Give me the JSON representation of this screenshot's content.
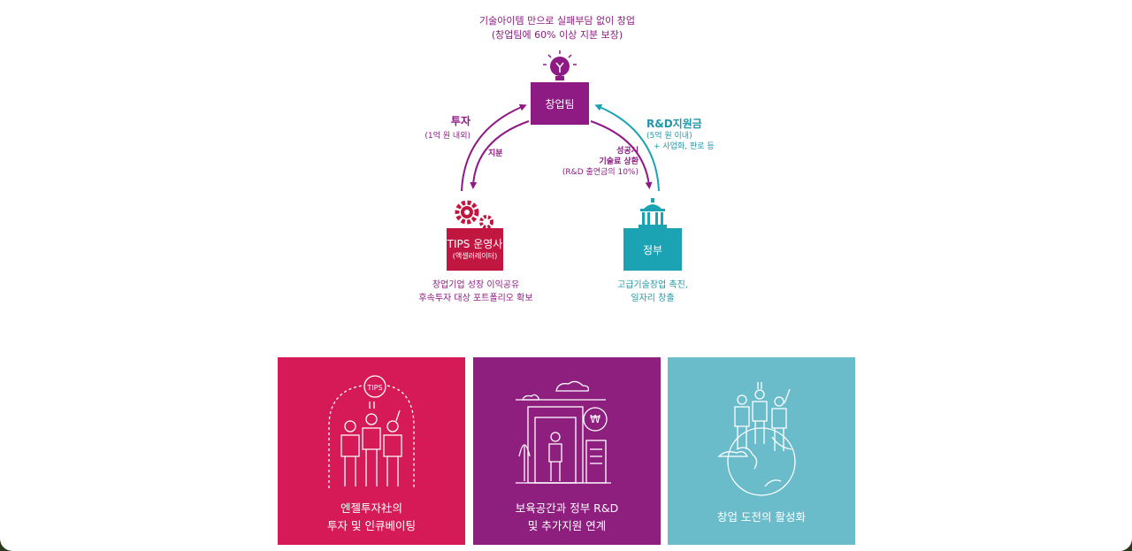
{
  "top_caption": {
    "line1": "기술아이템 만으로 실패부담 없이 창업",
    "line2": "(창업팀에 60% 이상 지분 보장)"
  },
  "nodes": {
    "team": {
      "label": "창업팀"
    },
    "tips": {
      "label": "TIPS 운영사",
      "sub": "(액셀러레이터)"
    },
    "government": {
      "label": "정부"
    }
  },
  "flows": {
    "investment": {
      "title": "투자",
      "sub": "(1억 원 내외)"
    },
    "equity": {
      "label": "지분"
    },
    "royalty": {
      "line1": "성공시",
      "line2": "기술료 상환",
      "line3": "(R&D 출연금의 10%)"
    },
    "rnd": {
      "title": "R&D지원금",
      "line1": "(5억 원 이내)",
      "line2": "+ 사업화, 판로 등"
    }
  },
  "node_captions": {
    "tips": {
      "line1": "창업기업 성장 이익공유",
      "line2": "후속투자 대상 포트폴리오 확보"
    },
    "government": {
      "line1": "고급기술창업 촉진,",
      "line2": "일자리 창출"
    }
  },
  "cards": [
    {
      "line1": "엔젤투자社의",
      "line2": "투자 및 인큐베이팅",
      "badge": "TIPS",
      "color": "#d51a57"
    },
    {
      "line1": "보육공간과 정부 R&D",
      "line2": "및 추가지원 연계",
      "badge": "₩",
      "color": "#8e1f7f"
    },
    {
      "line1": "창업 도전의 활성화",
      "color": "#6bbcca"
    }
  ],
  "colors": {
    "purple": "#8e1a84",
    "crimson": "#c0163f",
    "teal": "#1ba3b3"
  }
}
